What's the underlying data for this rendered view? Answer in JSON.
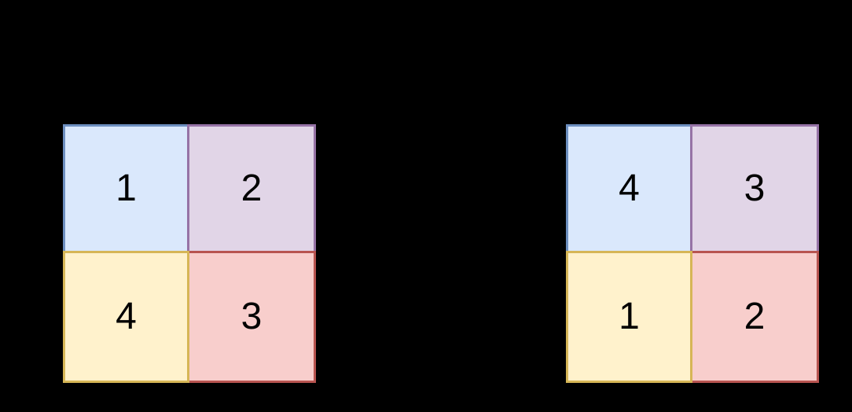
{
  "canvas": {
    "background": "#000000",
    "label_color": "#000000"
  },
  "grids": [
    {
      "name": "left-grid",
      "cells": [
        {
          "label": "1",
          "position": "top-left",
          "fill": "#dae8fc",
          "stroke": "#6c8ebf"
        },
        {
          "label": "2",
          "position": "top-right",
          "fill": "#e1d5e7",
          "stroke": "#9673a6"
        },
        {
          "label": "3",
          "position": "bottom-right",
          "fill": "#f8cecc",
          "stroke": "#b85450"
        },
        {
          "label": "4",
          "position": "bottom-left",
          "fill": "#fff2cc",
          "stroke": "#d6b656"
        }
      ]
    },
    {
      "name": "right-grid",
      "cells": [
        {
          "label": "4",
          "position": "top-left",
          "fill": "#dae8fc",
          "stroke": "#6c8ebf"
        },
        {
          "label": "3",
          "position": "top-right",
          "fill": "#e1d5e7",
          "stroke": "#9673a6"
        },
        {
          "label": "2",
          "position": "bottom-right",
          "fill": "#f8cecc",
          "stroke": "#b85450"
        },
        {
          "label": "1",
          "position": "bottom-left",
          "fill": "#fff2cc",
          "stroke": "#d6b656"
        }
      ]
    }
  ]
}
